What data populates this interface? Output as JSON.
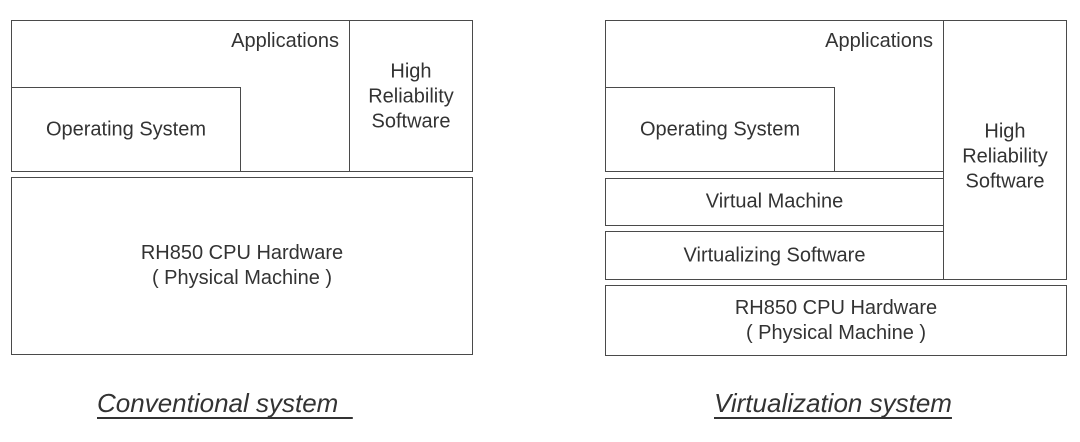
{
  "conventional": {
    "applications": "Applications",
    "high_reliability": "High\nReliability\nSoftware",
    "operating_system": "Operating System",
    "hardware": "RH850 CPU Hardware\n( Physical Machine )",
    "caption": "Conventional system  "
  },
  "virtualization": {
    "applications": "Applications",
    "high_reliability": "High\nReliability\nSoftware",
    "operating_system": "Operating System",
    "virtual_machine": "Virtual Machine",
    "virtualizing_software": "Virtualizing Software",
    "hardware": "RH850 CPU Hardware\n( Physical Machine )",
    "caption": "Virtualization system"
  },
  "colors": {
    "border": "#4a4a4a",
    "text": "#333333",
    "background": "#ffffff"
  }
}
